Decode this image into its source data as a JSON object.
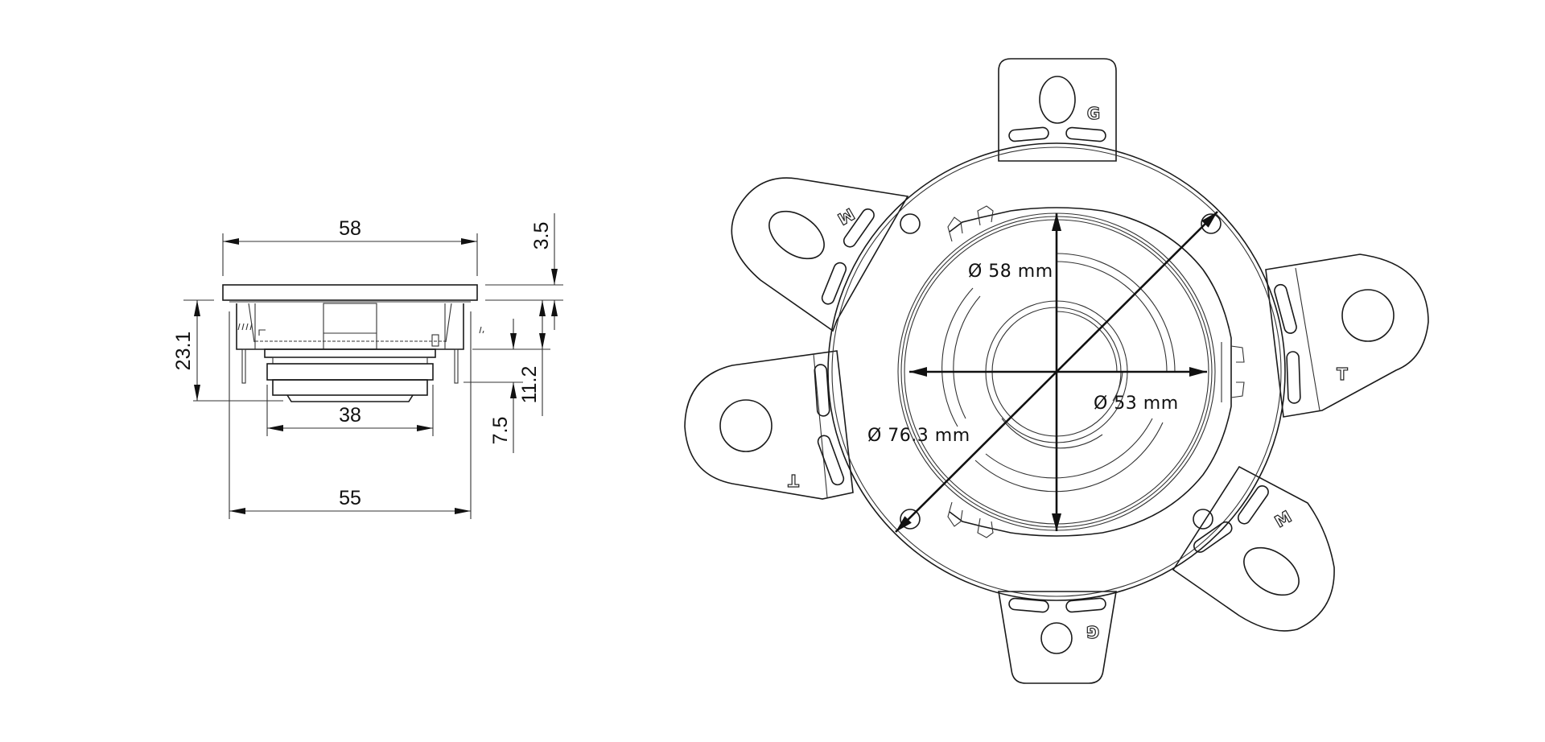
{
  "side_view": {
    "dimensions": {
      "flange_width": "58",
      "flange_thickness": "3.5",
      "total_depth": "23.1",
      "cutout_depth_11": "11.2",
      "terminal_offset": "7.5",
      "magnet_diameter": "38",
      "body_width": "55"
    }
  },
  "front_view": {
    "dimensions": {
      "diameter_58": "Ø 58 mm",
      "diameter_53": "Ø 53 mm",
      "diameter_76": "Ø 76.3 mm"
    },
    "tab_markings": {
      "top": "G",
      "bottom": "G",
      "upper_left": "M",
      "lower_right": "M",
      "left": "T",
      "right": "T"
    }
  },
  "colors": {
    "line": "#1a1a1a",
    "background": "#ffffff"
  }
}
